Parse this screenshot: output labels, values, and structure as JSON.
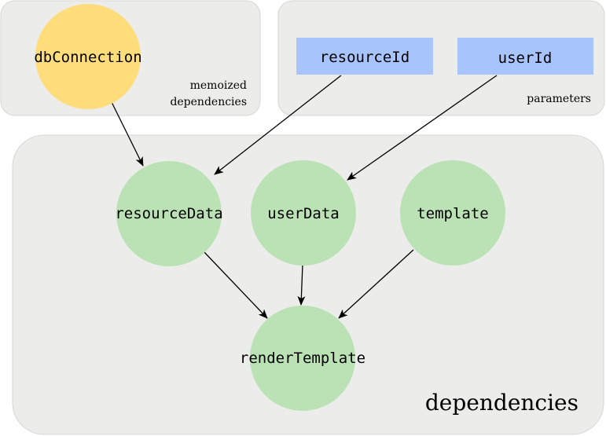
{
  "groups": {
    "memoized": {
      "label_line1": "memoized",
      "label_line2": "dependencies"
    },
    "parameters": {
      "label": "parameters"
    },
    "dependencies": {
      "label": "dependencies"
    }
  },
  "nodes": {
    "dbConnection": {
      "label": "dbConnection",
      "kind": "memoized",
      "color": "#fedd7a"
    },
    "resourceId": {
      "label": "resourceId",
      "kind": "parameter",
      "color": "#a8c4fc"
    },
    "userId": {
      "label": "userId",
      "kind": "parameter",
      "color": "#a8c4fc"
    },
    "resourceData": {
      "label": "resourceData",
      "kind": "dependency",
      "color": "#bbe2b5"
    },
    "userData": {
      "label": "userData",
      "kind": "dependency",
      "color": "#bbe2b5"
    },
    "template": {
      "label": "template",
      "kind": "dependency",
      "color": "#bbe2b5"
    },
    "renderTemplate": {
      "label": "renderTemplate",
      "kind": "dependency",
      "color": "#bbe2b5"
    }
  },
  "edges": [
    {
      "from": "dbConnection",
      "to": "resourceData"
    },
    {
      "from": "resourceId",
      "to": "resourceData"
    },
    {
      "from": "userId",
      "to": "userData"
    },
    {
      "from": "resourceData",
      "to": "renderTemplate"
    },
    {
      "from": "userData",
      "to": "renderTemplate"
    },
    {
      "from": "template",
      "to": "renderTemplate"
    }
  ]
}
